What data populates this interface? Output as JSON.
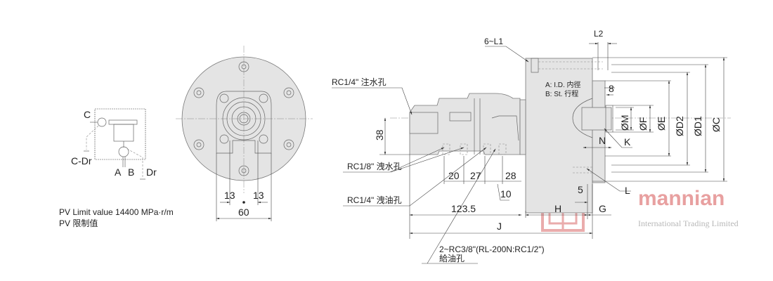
{
  "hydraulic_symbol": {
    "port_c": "C",
    "port_c_dr": "C-Dr",
    "port_a": "A",
    "port_b": "B",
    "port_dr": "Dr"
  },
  "pv_note": {
    "line1": "PV Limit value 14400 MPa·r/m",
    "line2": "PV 限制值"
  },
  "front_view": {
    "dim_left": "13",
    "dim_right": "13",
    "dim_width": "60"
  },
  "side_view": {
    "bolt_label": "6~L1",
    "dim_l2": "L2",
    "water_inlet": "RC1/4\"  注水孔",
    "dim_38": "38",
    "legend_a": "A: I.D. 内徑",
    "legend_b": "B: St. 行程",
    "dim_8": "8",
    "dia_m": "ØM",
    "dia_f": "ØF",
    "dia_e": "ØE",
    "dia_d2": "ØD2",
    "dia_d1": "ØD1",
    "dia_c": "ØC",
    "label_n": "N",
    "label_k": "K",
    "water_drain": "RC1/8\"  洩水孔",
    "dim_20": "20",
    "dim_27": "27",
    "dim_28": "28",
    "dim_10": "10",
    "oil_drain": "RC1/4\"  洩油孔",
    "dim_5": "5",
    "label_l": "L",
    "dim_123_5": "123.5",
    "label_h": "H",
    "label_g": "G",
    "label_j": "J",
    "oil_supply_line1": "2~RC3/8\"(RL-200N:RC1/2\")",
    "oil_supply_line2": "給油孔"
  },
  "watermark": {
    "brand": "mannian",
    "subtitle": "International Trading Limited",
    "brand_color": "#e8a0a0"
  }
}
